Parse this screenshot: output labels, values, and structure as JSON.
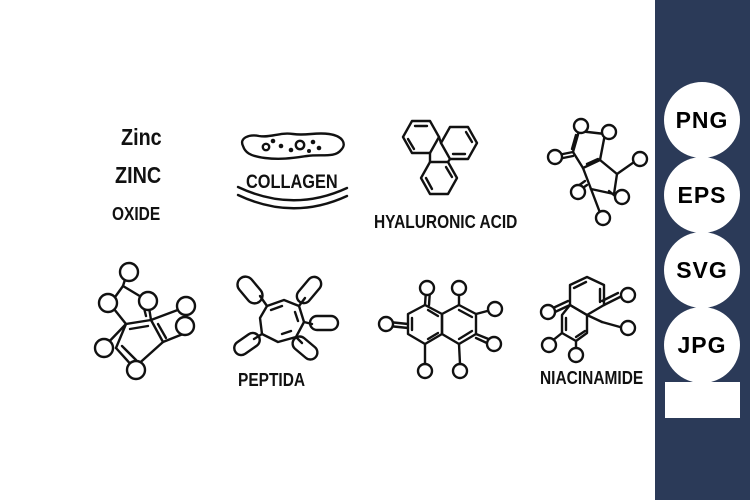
{
  "canvas": {
    "background": "#ffffff",
    "items": [
      {
        "id": "zinc-oxide",
        "lines": [
          "Zinc",
          "ZINC",
          "OXIDE"
        ]
      },
      {
        "id": "collagen",
        "label": "COLLAGEN"
      },
      {
        "id": "hyaluronic-acid",
        "label": "HYALURONIC ACID"
      },
      {
        "id": "molecule-unlabeled-1",
        "label": ""
      },
      {
        "id": "molecule-unlabeled-2",
        "label": ""
      },
      {
        "id": "peptida",
        "label": "PEPTIDA"
      },
      {
        "id": "molecule-unlabeled-3",
        "label": ""
      },
      {
        "id": "niacinamide",
        "label": "NIACINAMIDE"
      }
    ]
  },
  "sidebar": {
    "background": "#2b3a58",
    "formats": [
      "PNG",
      "EPS",
      "SVG",
      "JPG"
    ]
  }
}
